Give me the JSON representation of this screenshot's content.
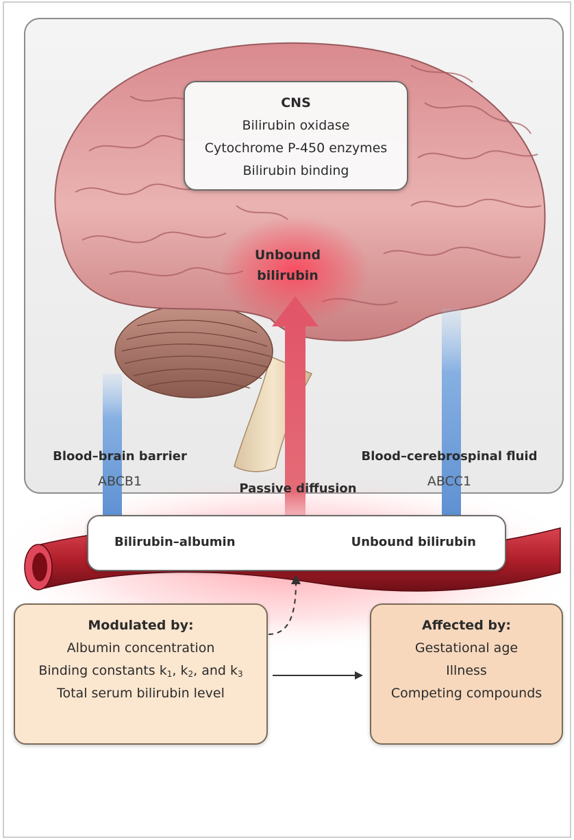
{
  "cns": {
    "title": "CNS",
    "items": [
      "Bilirubin oxidase",
      "Cytochrome P-450 enzymes",
      "Bilirubin binding"
    ]
  },
  "brain": {
    "unbound_line1": "Unbound",
    "unbound_line2": "bilirubin"
  },
  "barriers": {
    "left_title": "Blood–brain barrier",
    "left_transporter": "ABCB1",
    "right_title": "Blood–cerebrospinal fluid",
    "right_transporter": "ABCC1",
    "passive": "Passive diffusion"
  },
  "equilibrium": {
    "left": "Bilirubin–albumin",
    "right": "Unbound bilirubin"
  },
  "modulated": {
    "title": "Modulated by:",
    "item1": "Albumin concentration",
    "item2_prefix": "Binding constants k",
    "k1_sub": "1",
    "k2_text": ", k",
    "k2_sub": "2",
    "k3_text": ", and k",
    "k3_sub": "3",
    "item3": "Total serum bilirubin level"
  },
  "affected": {
    "title": "Affected by:",
    "items": [
      "Gestational age",
      "Illness",
      "Competing compounds"
    ]
  },
  "colors": {
    "red_arrow": "#e05060",
    "blue_arrow": "#6f9fd6",
    "vessel": "#b8222e",
    "brain": "#e2a3a3",
    "modulated_box": "#fbe6cf",
    "affected_box": "#f7d8bd"
  }
}
